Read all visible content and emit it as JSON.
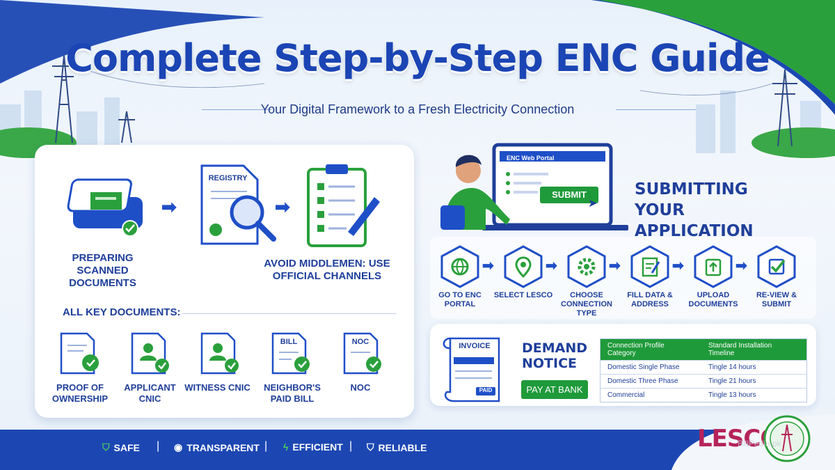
{
  "header": {
    "title": "Complete Step-by-Step ENC Guide",
    "subtitle": "Your Digital Framework to a Fresh Electricity Connection"
  },
  "left_card": {
    "step1_label": "PREPARING SCANNED DOCUMENTS",
    "registry_text": "REGISTRY",
    "step3_label": "AVOID MIDDLEMEN: USE OFFICIAL CHANNELS",
    "documents_heading": "ALL KEY DOCUMENTS:",
    "documents": [
      {
        "label": "PROOF OF OWNERSHIP",
        "icon": "certificate-icon"
      },
      {
        "label": "APPLICANT CNIC",
        "icon": "id-card-icon"
      },
      {
        "label": "WITNESS CNIC",
        "icon": "id-card-icon"
      },
      {
        "label": "NEIGHBOR'S PAID BILL",
        "icon": "bill-icon",
        "tag": "BILL"
      },
      {
        "label": "NOC",
        "icon": "noc-icon",
        "tag": "NOC"
      }
    ]
  },
  "portal": {
    "screen_title": "ENC Web Portal",
    "submit_button": "SUBMIT",
    "heading": "SUBMITTING YOUR APPLICATION"
  },
  "steps": [
    {
      "label": "GO TO ENC PORTAL",
      "icon": "globe-cursor-icon"
    },
    {
      "label": "SELECT LESCO",
      "icon": "map-pin-icon"
    },
    {
      "label": "CHOOSE CONNECTION TYPE",
      "icon": "gear-icon"
    },
    {
      "label": "FILL DATA & ADDRESS",
      "icon": "form-edit-icon"
    },
    {
      "label": "UPLOAD DOCUMENTS",
      "icon": "upload-icon"
    },
    {
      "label": "RE-VIEW & SUBMIT",
      "icon": "checkbox-icon"
    }
  ],
  "demand": {
    "invoice_text": "INVOICE",
    "paid_text": "PAID",
    "heading": "DEMAND NOTICE",
    "pay_button": "PAY AT BANK"
  },
  "table": {
    "headers": [
      "Connection Profile Category",
      "Standard Installation Timeline"
    ],
    "rows": [
      [
        "Domestic Single Phase",
        "Tingle 14 hours"
      ],
      [
        "Domestic Three Phase",
        "Tingle 21 hours"
      ],
      [
        "Commercial",
        "Tingle 13 hours"
      ]
    ]
  },
  "footer": {
    "items": [
      "SAFE",
      "TRANSPARENT",
      "EFFICIENT",
      "RELIABLE"
    ],
    "brand": "LESCO",
    "watermark": "BillPedia.pk"
  },
  "colors": {
    "primary_blue": "#1c47b3",
    "accent_green": "#1f9a3a",
    "brand_magenta": "#b5245a"
  }
}
